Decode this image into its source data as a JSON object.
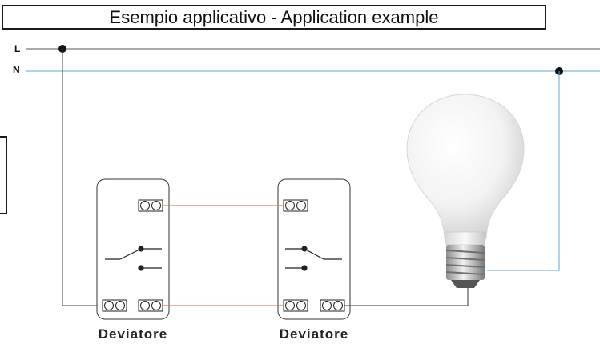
{
  "title": "Esempio applicativo - Application example",
  "lines": {
    "live_label": "L",
    "neutral_label": "N"
  },
  "switches": [
    {
      "label": "Deviatore"
    },
    {
      "label": "Deviatore"
    }
  ],
  "colors": {
    "live_wire": "#444444",
    "neutral_wire": "#5aa7d6",
    "traveler_wire": "#e0623a",
    "outline": "#1a1a1a"
  }
}
